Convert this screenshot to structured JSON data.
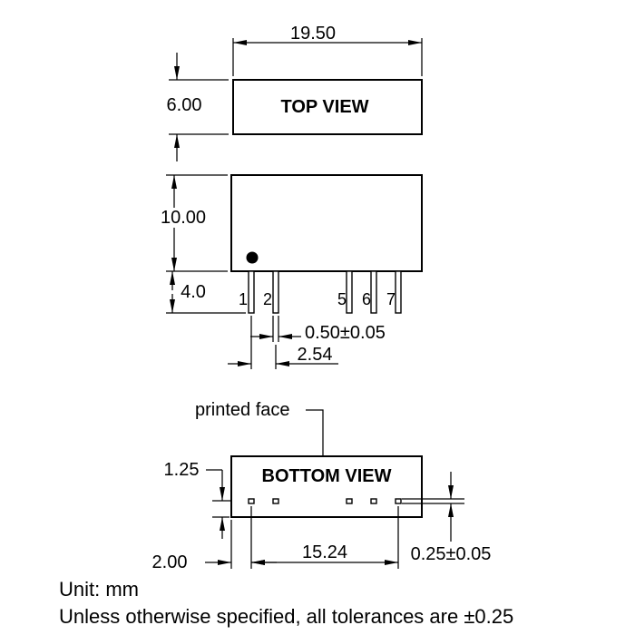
{
  "drawing": {
    "top_view": {
      "label": "TOP VIEW",
      "width_dim": "19.50",
      "depth_dim": "6.00"
    },
    "front_view": {
      "body_height_dim": "10.00",
      "pin_length_dim": "4.0",
      "pin_width_dim": "0.50±0.05",
      "pin_pitch_dim": "2.54",
      "pin_numbers": [
        "1",
        "2",
        "5",
        "6",
        "7"
      ]
    },
    "bottom_view": {
      "label": "BOTTOM VIEW",
      "printed_face_label": "printed face",
      "pin_row_offset_dim": "1.25",
      "edge_to_pin1_dim": "2.00",
      "pin_span_dim": "15.24",
      "pin_thickness_dim": "0.25±0.05"
    },
    "notes": {
      "unit": "Unit: mm",
      "tolerance": "Unless otherwise specified, all tolerances are ±0.25"
    },
    "colors": {
      "line": "#000000",
      "background": "#ffffff"
    }
  }
}
